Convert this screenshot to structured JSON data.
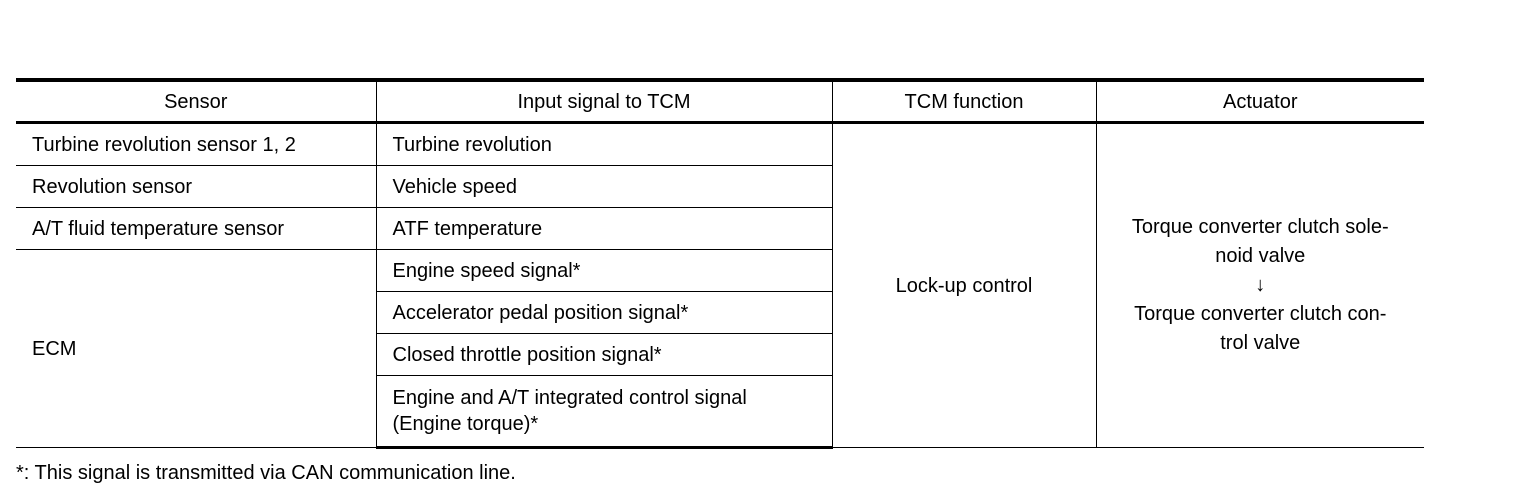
{
  "table": {
    "headers": [
      "Sensor",
      "Input signal to TCM",
      "TCM function",
      "Actuator"
    ],
    "sensors": {
      "turbine": "Turbine revolution sensor 1, 2",
      "revolution": "Revolution sensor",
      "fluid_temp": "A/T fluid temperature sensor",
      "ecm": "ECM"
    },
    "signals": [
      "Turbine revolution",
      "Vehicle speed",
      "ATF temperature",
      "Engine speed signal*",
      "Accelerator pedal position signal*",
      "Closed throttle position signal*",
      "Engine and A/T integrated control signal"
    ],
    "signal_last_line2": "(Engine torque)*",
    "tcm_function": "Lock-up control",
    "actuator_lines": [
      "Torque converter clutch sole-",
      "noid valve",
      "↓",
      "Torque converter clutch con-",
      "trol valve"
    ]
  },
  "footnote": "*: This signal is transmitted via CAN communication line."
}
